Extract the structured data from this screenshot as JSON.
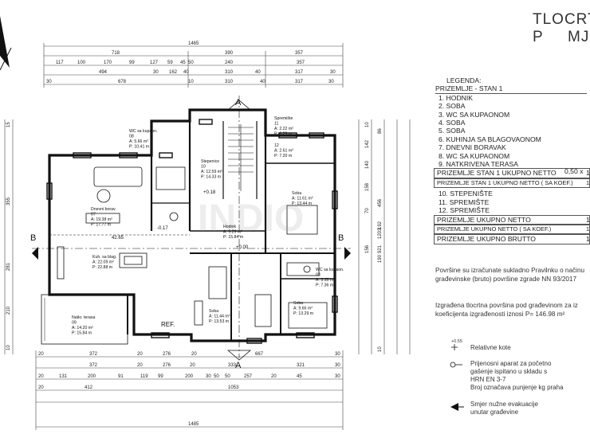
{
  "title": {
    "line1": "TLOCRT P",
    "line2": "MJ"
  },
  "dimensions": {
    "top_total": "1465",
    "top_row2": [
      "718",
      "390",
      "357"
    ],
    "top_row3": [
      "117",
      "100",
      "170",
      "99",
      "127",
      "59",
      "45",
      "50",
      "240",
      "357"
    ],
    "top_row4": [
      "494",
      "30",
      "162",
      "40",
      "310",
      "40",
      "317",
      "30"
    ],
    "top_row5": [
      "30",
      "678",
      "10",
      "310",
      "40",
      "317",
      "30"
    ],
    "left": [
      "15",
      "355",
      "281",
      "210",
      "10"
    ],
    "right_a": [
      "10",
      "142",
      "140",
      "158",
      "70",
      "156"
    ],
    "right_b": [
      "86",
      "456",
      "192",
      "190",
      "921",
      "1203",
      "10"
    ],
    "bottom_row1": [
      "20",
      "372",
      "20",
      "276",
      "20",
      "667",
      "30"
    ],
    "bottom_row2": [
      "372",
      "20",
      "276",
      "20",
      "333",
      "321",
      "30"
    ],
    "bottom_row3": [
      "20",
      "131",
      "200",
      "91",
      "119",
      "99",
      "200",
      "30",
      "50",
      "50",
      "257",
      "20",
      "45",
      "30"
    ],
    "bottom_row4": [
      "20",
      "412",
      "1053"
    ],
    "bottom_total": "1485"
  },
  "section_marks": {
    "a_top": "A",
    "a_bottom": "A",
    "b_left": "B",
    "b_right": "B"
  },
  "rooms": [
    {
      "name": "WC sa kupaon.",
      "no": "08",
      "a": "A:   5.66 m²",
      "p": "P:   10.41 m"
    },
    {
      "name": "Stepenice",
      "no": "10",
      "a": "A:  12.59 m²",
      "p": "P:  14.33 m"
    },
    {
      "name": "Spremište",
      "no": "11",
      "a": "A:   2.22 m²",
      "p": "P:   6.29 m"
    },
    {
      "name": "",
      "no": "12",
      "a": "A:   2.61 m²",
      "p": "P:   7.20 m"
    },
    {
      "name": "Soba",
      "no": "",
      "a": "A:  11.61 m²",
      "p": "P:  13.44 m"
    },
    {
      "name": "Dnevni borav.",
      "no": "07",
      "a": "A:  19.38 m²",
      "p": "P:  17.77 m"
    },
    {
      "name": "Hodnik",
      "no": "",
      "a": "A:   9.29 m²",
      "p": "P:  15.84 m"
    },
    {
      "name": "Kuh. sa blag.",
      "no": "",
      "a": "A:  22.09 m²",
      "p": "P:  22.88 m"
    },
    {
      "name": "WC sa kupaon.",
      "no": "03",
      "a": "A:   3.35 m²",
      "p": "P:   7.36 m"
    },
    {
      "name": "Soba",
      "no": "",
      "a": "A:  11.44 m²",
      "p": "P:  13.53 m"
    },
    {
      "name": "Soba",
      "no": "",
      "a": "A:   9.66 m²",
      "p": "P:  13.29 m"
    },
    {
      "name": "Natkr. terasa",
      "no": "09",
      "a": "A:  14.20 m²",
      "p": "P:  15.84 m"
    }
  ],
  "labels": {
    "ref": "REF.",
    "level_a": "+0.18",
    "level_b": "-0.17",
    "level_c": "42.65",
    "level_d": "+0.00",
    "watermark": "INDIO"
  },
  "legend": {
    "heading": "LEGENDA:",
    "subheading": "PRIZEMLJE - STAN 1",
    "items": [
      "1. HODNIK",
      "2. SOBA",
      "3. WC SA KUPAONOM",
      "4. SOBA",
      "5. SOBA",
      "6. KUHINJA SA BLAGOVAONOM",
      "7. DNEVNI BORAVAK",
      "8. WC SA KUPAONOM",
      "9. NATKRIVENA TERASA"
    ],
    "item9_value": "0,50 x",
    "stan_netto": "PRIZEMLJE STAN 1 UKUPNO NETTO",
    "stan_netto_koef": "PRIZEMLJE STAN 1 UKUPNO NETTO ( SA KOEF.)",
    "items_b": [
      "10. STEPENIŠTE",
      "11. SPREMIŠTE",
      "12. SPREMIŠTE"
    ],
    "uk_netto": "PRIZEMLJE UKUPNO NETTO",
    "uk_netto_koef": "PRIZEMLJE UKUPNO NETTO ( SA KOEF.)",
    "uk_brutto": "PRIZEMLJE UKUPNO BRUTTO",
    "box_value": "1"
  },
  "notes": {
    "n1a": "Površine su izračunate sukladno  Pravilnku o načinu",
    "n1b": "građevinske (bruto) površine zgrade NN 93/2017",
    "n2a": "Izgrađena tlocrtna površina pod građevinom za iz",
    "n2b": "koeficijenta izgrađenosti iznosi  P= 146.98 m²"
  },
  "symbols": {
    "s1": "Relativne kote",
    "s1_tag": "+0.55",
    "s2a": "Prijenosni aparat za početno",
    "s2b": "gašenje ispitano u skladu s",
    "s2c": "HRN EN 3-7",
    "s2d": "Broj označava punjenje kg praha",
    "s3a": "Smjer  nužne evakuacije",
    "s3b": "unutar građevine"
  }
}
